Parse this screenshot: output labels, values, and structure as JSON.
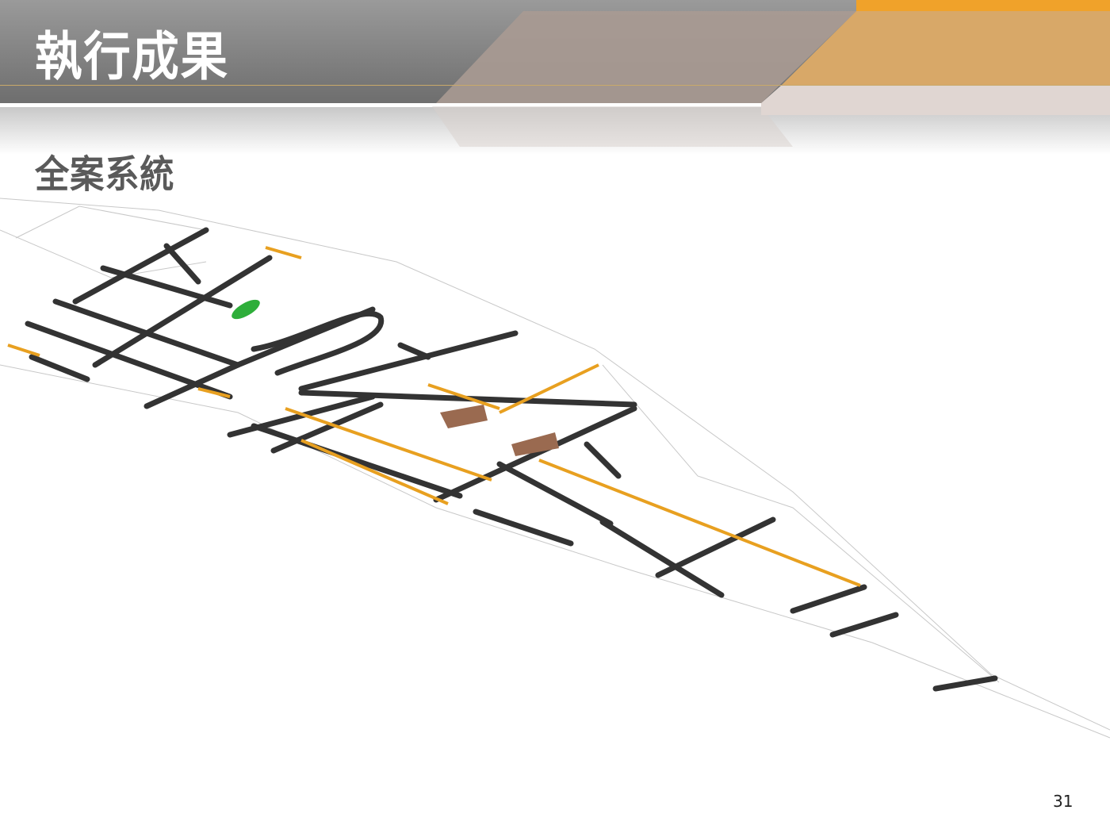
{
  "slide": {
    "title": "執行成果",
    "subtitle": "全案系統",
    "page_number": "31"
  },
  "colors": {
    "header_gray": "#8a8a8a",
    "accent_orange": "#f0a22a",
    "accent_tan": "#d8a868",
    "road_dark": "#333333",
    "pipe_orange": "#e8a020"
  }
}
